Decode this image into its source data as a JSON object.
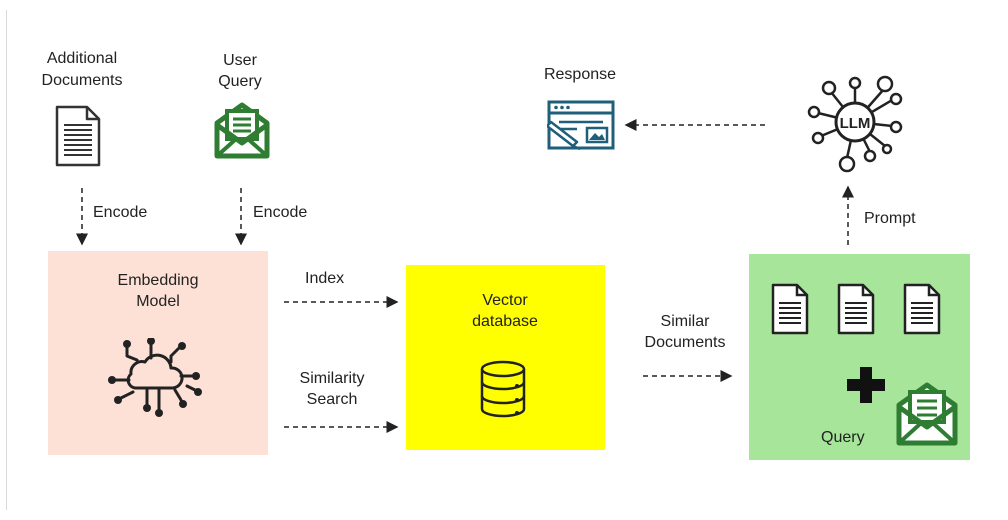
{
  "inputs": {
    "additional_documents": "Additional Documents",
    "user_query_line1": "User",
    "user_query_line2": "Query"
  },
  "edges": {
    "encode_docs": "Encode",
    "encode_query": "Encode",
    "index": "Index",
    "similarity_search_line1": "Similarity",
    "similarity_search_line2": "Search",
    "similar_documents_line1": "Similar",
    "similar_documents_line2": "Documents",
    "prompt": "Prompt"
  },
  "nodes": {
    "embedding_model_line1": "Embedding",
    "embedding_model_line2": "Model",
    "vector_db_line1": "Vector",
    "vector_db_line2": "database",
    "query_label": "Query",
    "llm_label": "LLM",
    "response_label": "Response"
  },
  "colors": {
    "embedding_box": "#fde1d6",
    "vector_box": "#ffff00",
    "query_box": "#a6e59a",
    "mail_green": "#2e7d32",
    "response_blue": "#1f5f7a"
  },
  "icons": [
    "document-icon",
    "envelope-icon",
    "cloud-network-icon",
    "database-icon",
    "plus-icon",
    "llm-network-icon",
    "browser-window-icon"
  ]
}
